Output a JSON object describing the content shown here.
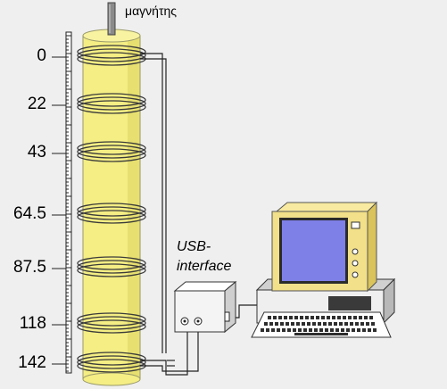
{
  "labels": {
    "magnet": "μαγνήτης",
    "usb_line1": "USB-",
    "usb_line2": "interface"
  },
  "scale_marks": [
    "0",
    "22",
    "43",
    "64.5",
    "87.5",
    "118",
    "142"
  ],
  "colors": {
    "background": "#efefef",
    "tube": "#f4ee84",
    "tube_edge": "#9a9a6a",
    "coil": "#3a3a3a",
    "monitor_frame": "#f2e08a",
    "screen": "#7f7fe8",
    "device": "#f4f4f4"
  }
}
